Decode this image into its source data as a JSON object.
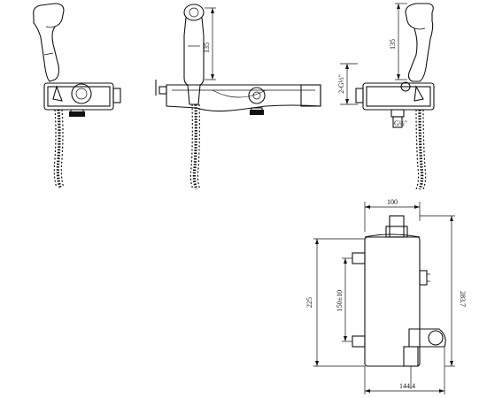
{
  "drawing": {
    "dimensions": {
      "hand_shower_height": "135",
      "hand_shower_height_right": "135",
      "inlet_thread": "2-G½\"",
      "outlet_thread": "G½\"",
      "width_top": "100",
      "body_height": "225",
      "center_distance": "150±10",
      "overall_height": "283.7",
      "overall_depth": "144.4"
    }
  }
}
